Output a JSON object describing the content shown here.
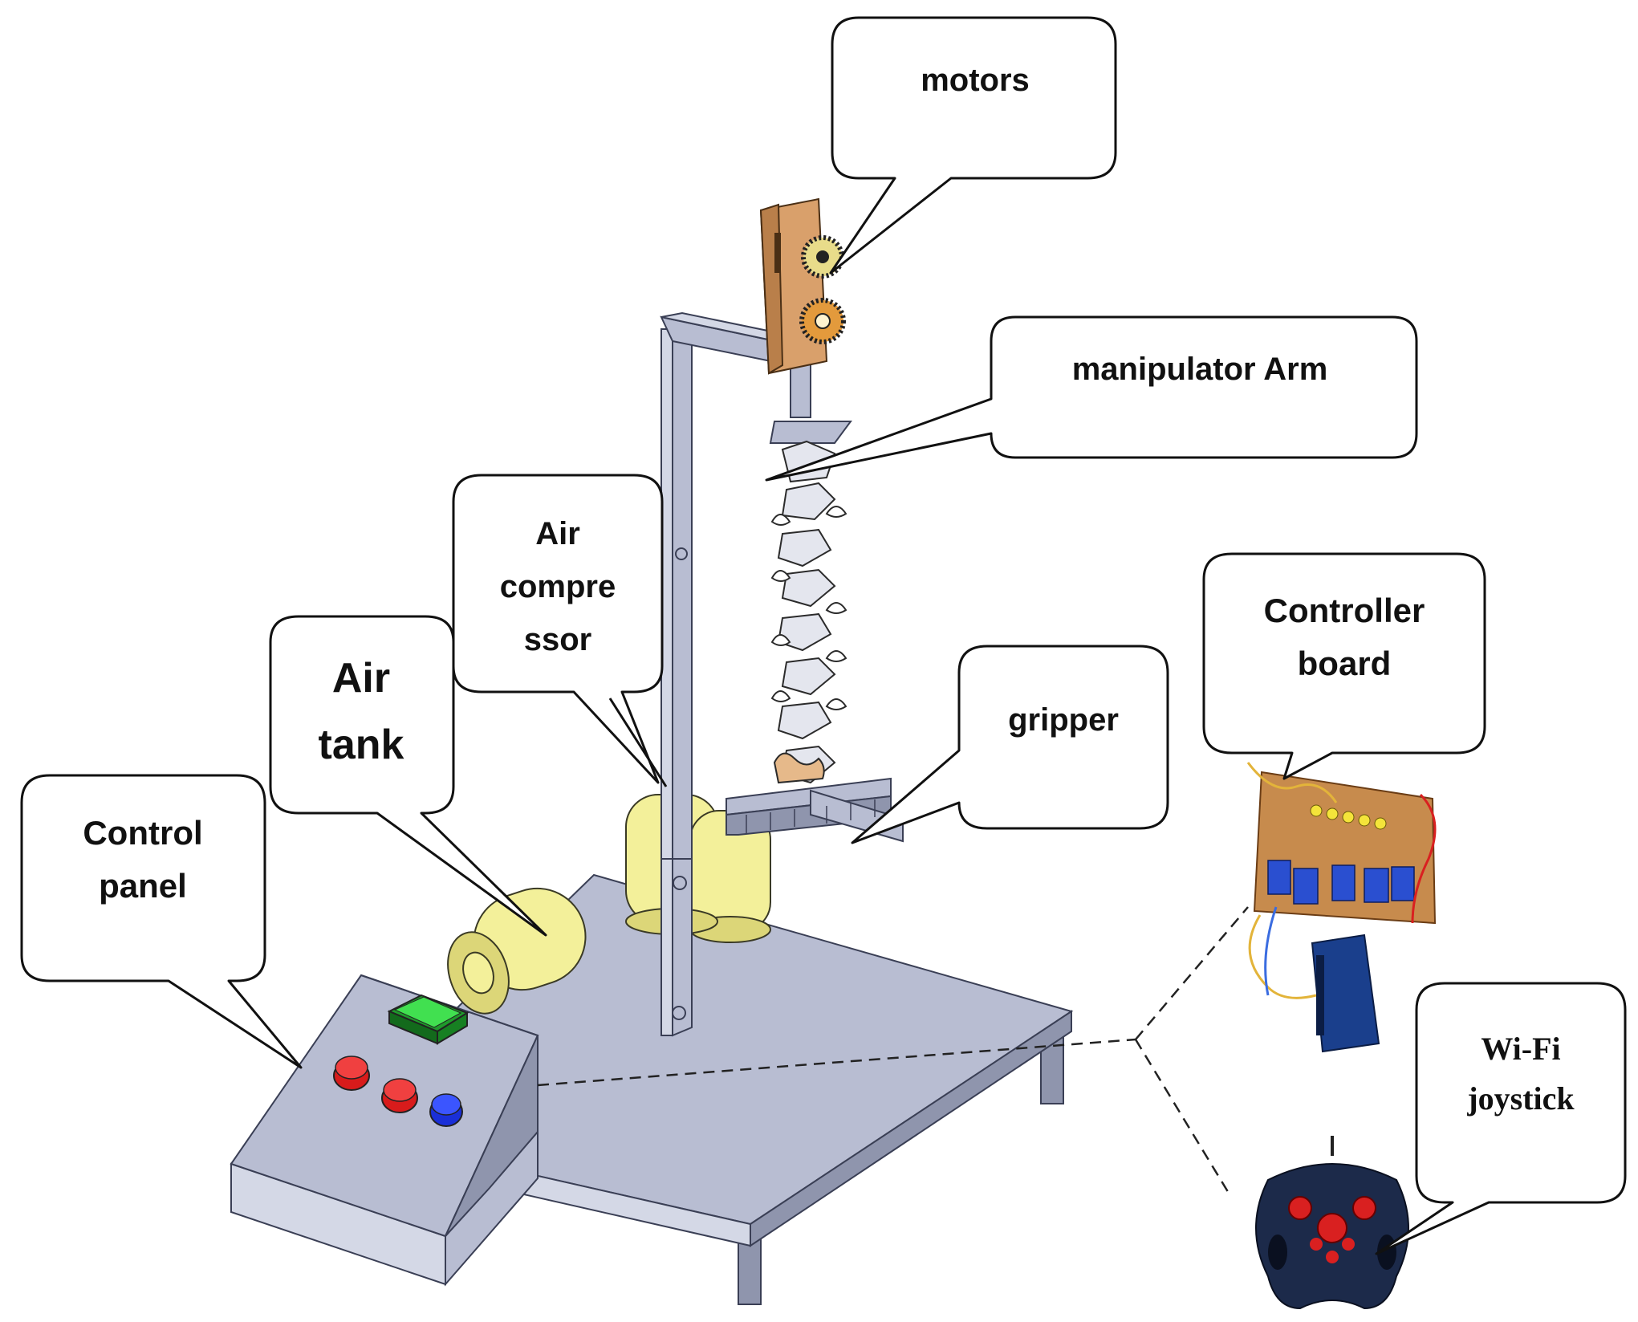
{
  "labels": {
    "motors": "motors",
    "manipulator_arm": "manipulator Arm",
    "air_compressor": [
      "Air",
      "compre",
      "ssor"
    ],
    "air_tank": [
      "Air",
      "tank"
    ],
    "control_panel": [
      "Control",
      "panel"
    ],
    "gripper": "gripper",
    "controller_board": [
      "Controller",
      "board"
    ],
    "wifi_joystick": [
      "Wi-Fi",
      "joystick"
    ]
  },
  "colors": {
    "frame": "#b8bdd2",
    "tanks": "#f3f09a",
    "motor_housing": "#d9a06b",
    "panel_green_button": "#2ecc40",
    "panel_red_button": "#d81b1b",
    "panel_blue_button": "#1a2fd8",
    "joystick_body": "#1c2a4a",
    "joystick_buttons": "#d92020"
  },
  "icons": [
    "pcb-icon",
    "joystick-icon"
  ]
}
